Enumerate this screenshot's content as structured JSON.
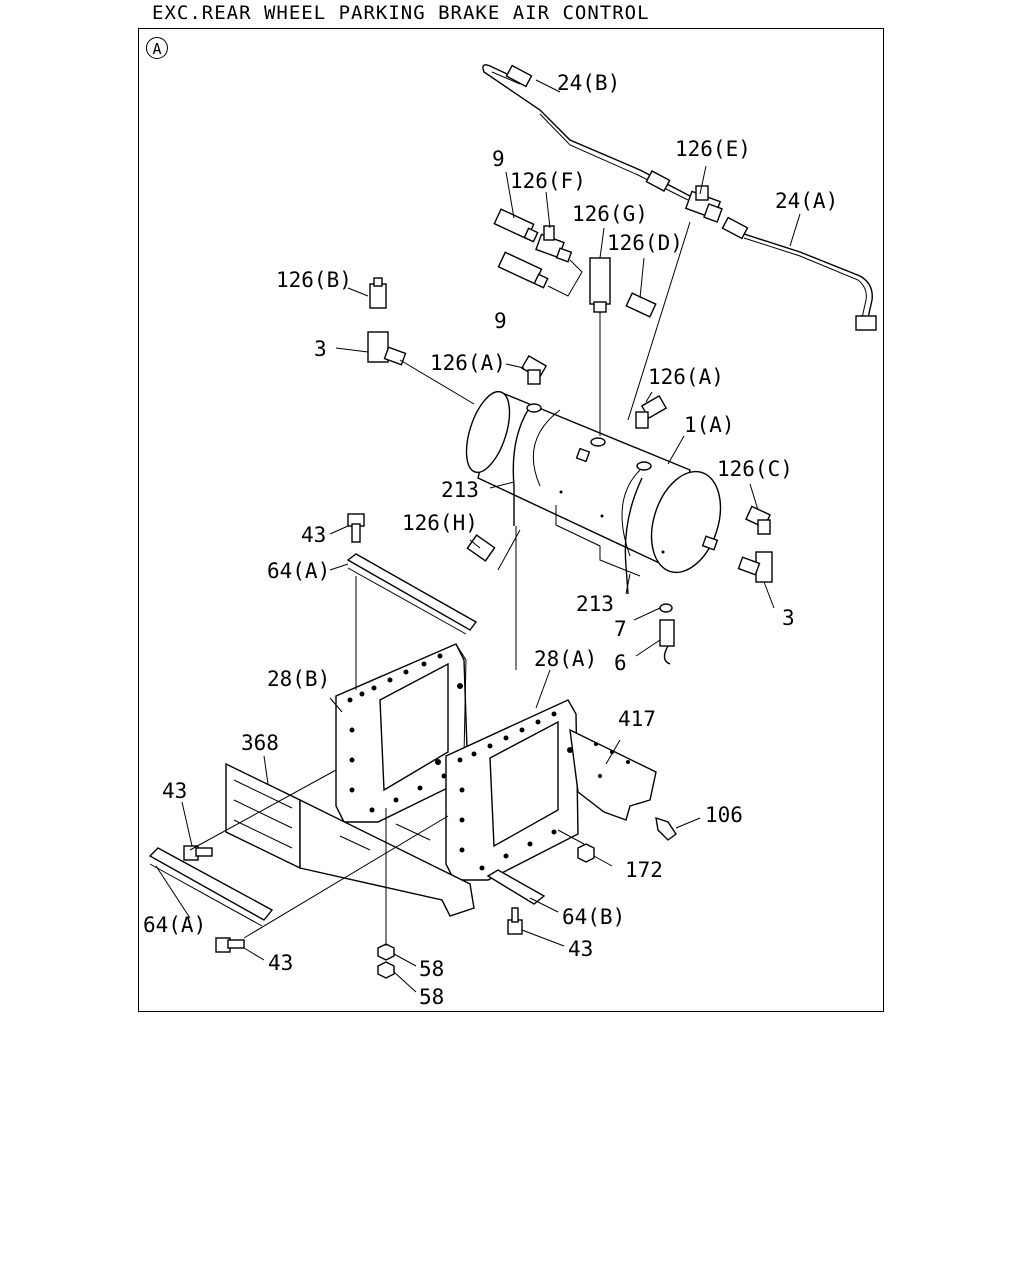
{
  "title": "EXC.REAR WHEEL PARKING BRAKE AIR CONTROL",
  "view_marker": "A",
  "callouts": {
    "p24b": "24(B)",
    "p126e": "126(E)",
    "p24a": "24(A)",
    "p9_top": "9",
    "p126f": "126(F)",
    "p126g": "126(G)",
    "p126d": "126(D)",
    "p126b": "126(B)",
    "p9_bottom": "9",
    "p3_left": "3",
    "p126a_left": "126(A)",
    "p126a_right": "126(A)",
    "p1a": "1(A)",
    "p126c": "126(C)",
    "p213_upper": "213",
    "p126h": "126(H)",
    "p43_top": "43",
    "p64a_top": "64(A)",
    "p213_lower": "213",
    "p3_right": "3",
    "p7": "7",
    "p6": "6",
    "p28b": "28(B)",
    "p28a": "28(A)",
    "p417": "417",
    "p368": "368",
    "p43_left": "43",
    "p106": "106",
    "p172": "172",
    "p64b": "64(B)",
    "p64a_bottom": "64(A)",
    "p43_bottom_left": "43",
    "p43_bottom_right": "43",
    "p58_upper": "58",
    "p58_lower": "58"
  }
}
